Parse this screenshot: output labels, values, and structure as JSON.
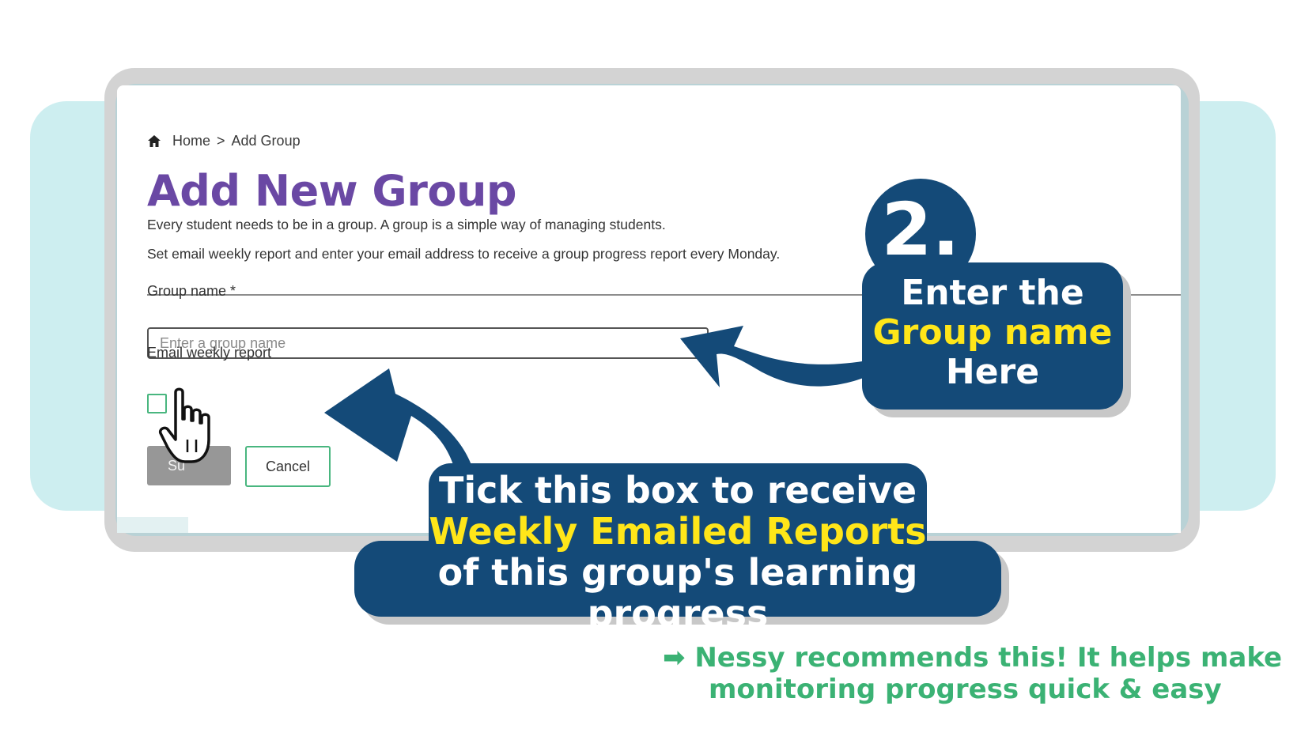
{
  "breadcrumb": {
    "home_label": "Home",
    "separator": ">",
    "current_label": "Add Group"
  },
  "page": {
    "title": "Add New Group",
    "description_1": "Every student needs to be in a group. A group is a simple way of managing students.",
    "description_2": "Set email weekly report and enter your email address to receive a group progress report every Monday."
  },
  "form": {
    "group_name_label": "Group name *",
    "group_name_placeholder": "Enter a group name",
    "group_name_value": "",
    "email_weekly_label": "Email weekly report",
    "email_weekly_checked": false,
    "submit_label": "Su",
    "cancel_label": "Cancel"
  },
  "callouts": {
    "step_number": "2.",
    "enter_line1": "Enter the",
    "enter_line2": "Group name",
    "enter_line3": "Here",
    "tick_line1": "Tick this box to receive",
    "tick_line2": "Weekly Emailed Reports",
    "tick_line3": "of this group's learning progress"
  },
  "note": {
    "arrow": "➡",
    "line1": "Nessy recommends this! It helps make",
    "line2": "monitoring progress quick & easy"
  },
  "icons": {
    "breadcrumb_home": "home-icon",
    "cursor": "hand-pointer-icon"
  },
  "colors": {
    "title_purple": "#6a48a4",
    "callout_navy": "#144a78",
    "highlight_yellow": "#ffe619",
    "accent_green": "#49b67f",
    "note_green": "#3bb274",
    "band_teal": "#cdeef0"
  }
}
